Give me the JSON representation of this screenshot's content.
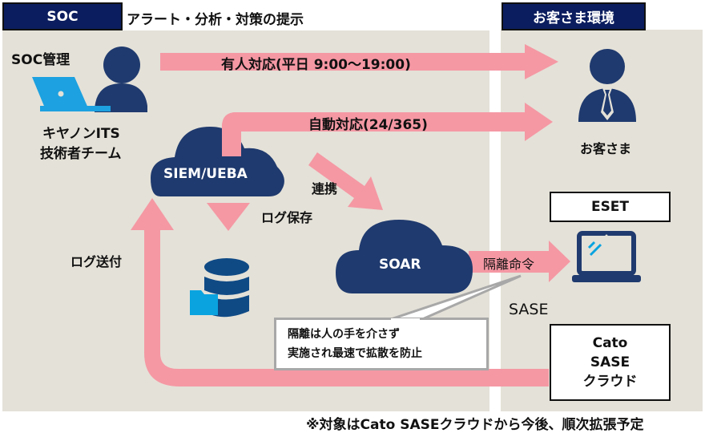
{
  "soc_panel": {
    "header": "SOC",
    "subtitle": "アラート・分析・対策の提示",
    "management_label": "SOC管理",
    "team_label_line1": "キヤノンITS",
    "team_label_line2": "技術者チーム"
  },
  "customer_panel": {
    "header": "お客さま環境",
    "customer_label": "お客さま",
    "eset_label": "ESET",
    "sase_label": "SASE",
    "cato_line1": "Cato",
    "cato_line2": "SASE",
    "cato_line3": "クラウド"
  },
  "nodes": {
    "siem": "SIEM/UEBA",
    "soar": "SOAR"
  },
  "arrows": {
    "manual_response": "有人対応(平日 9:00〜19:00)",
    "auto_response": "自動対応(24/365)",
    "integration": "連携",
    "log_storage": "ログ保存",
    "log_send": "ログ送付",
    "isolation_command": "隔離命令"
  },
  "callout": {
    "line1": "隔離は人の手を介さず",
    "line2": "実施され最速で拡散を防止"
  },
  "footnote": "※対象はCato SASEクラウドから今後、順次拡張予定",
  "colors": {
    "navy": "#1f3a6e",
    "header_navy": "#0b1d5e",
    "arrow_pink": "#f598a4",
    "panel_bg": "#e4e1d8",
    "accent_blue": "#0aa3e0"
  }
}
